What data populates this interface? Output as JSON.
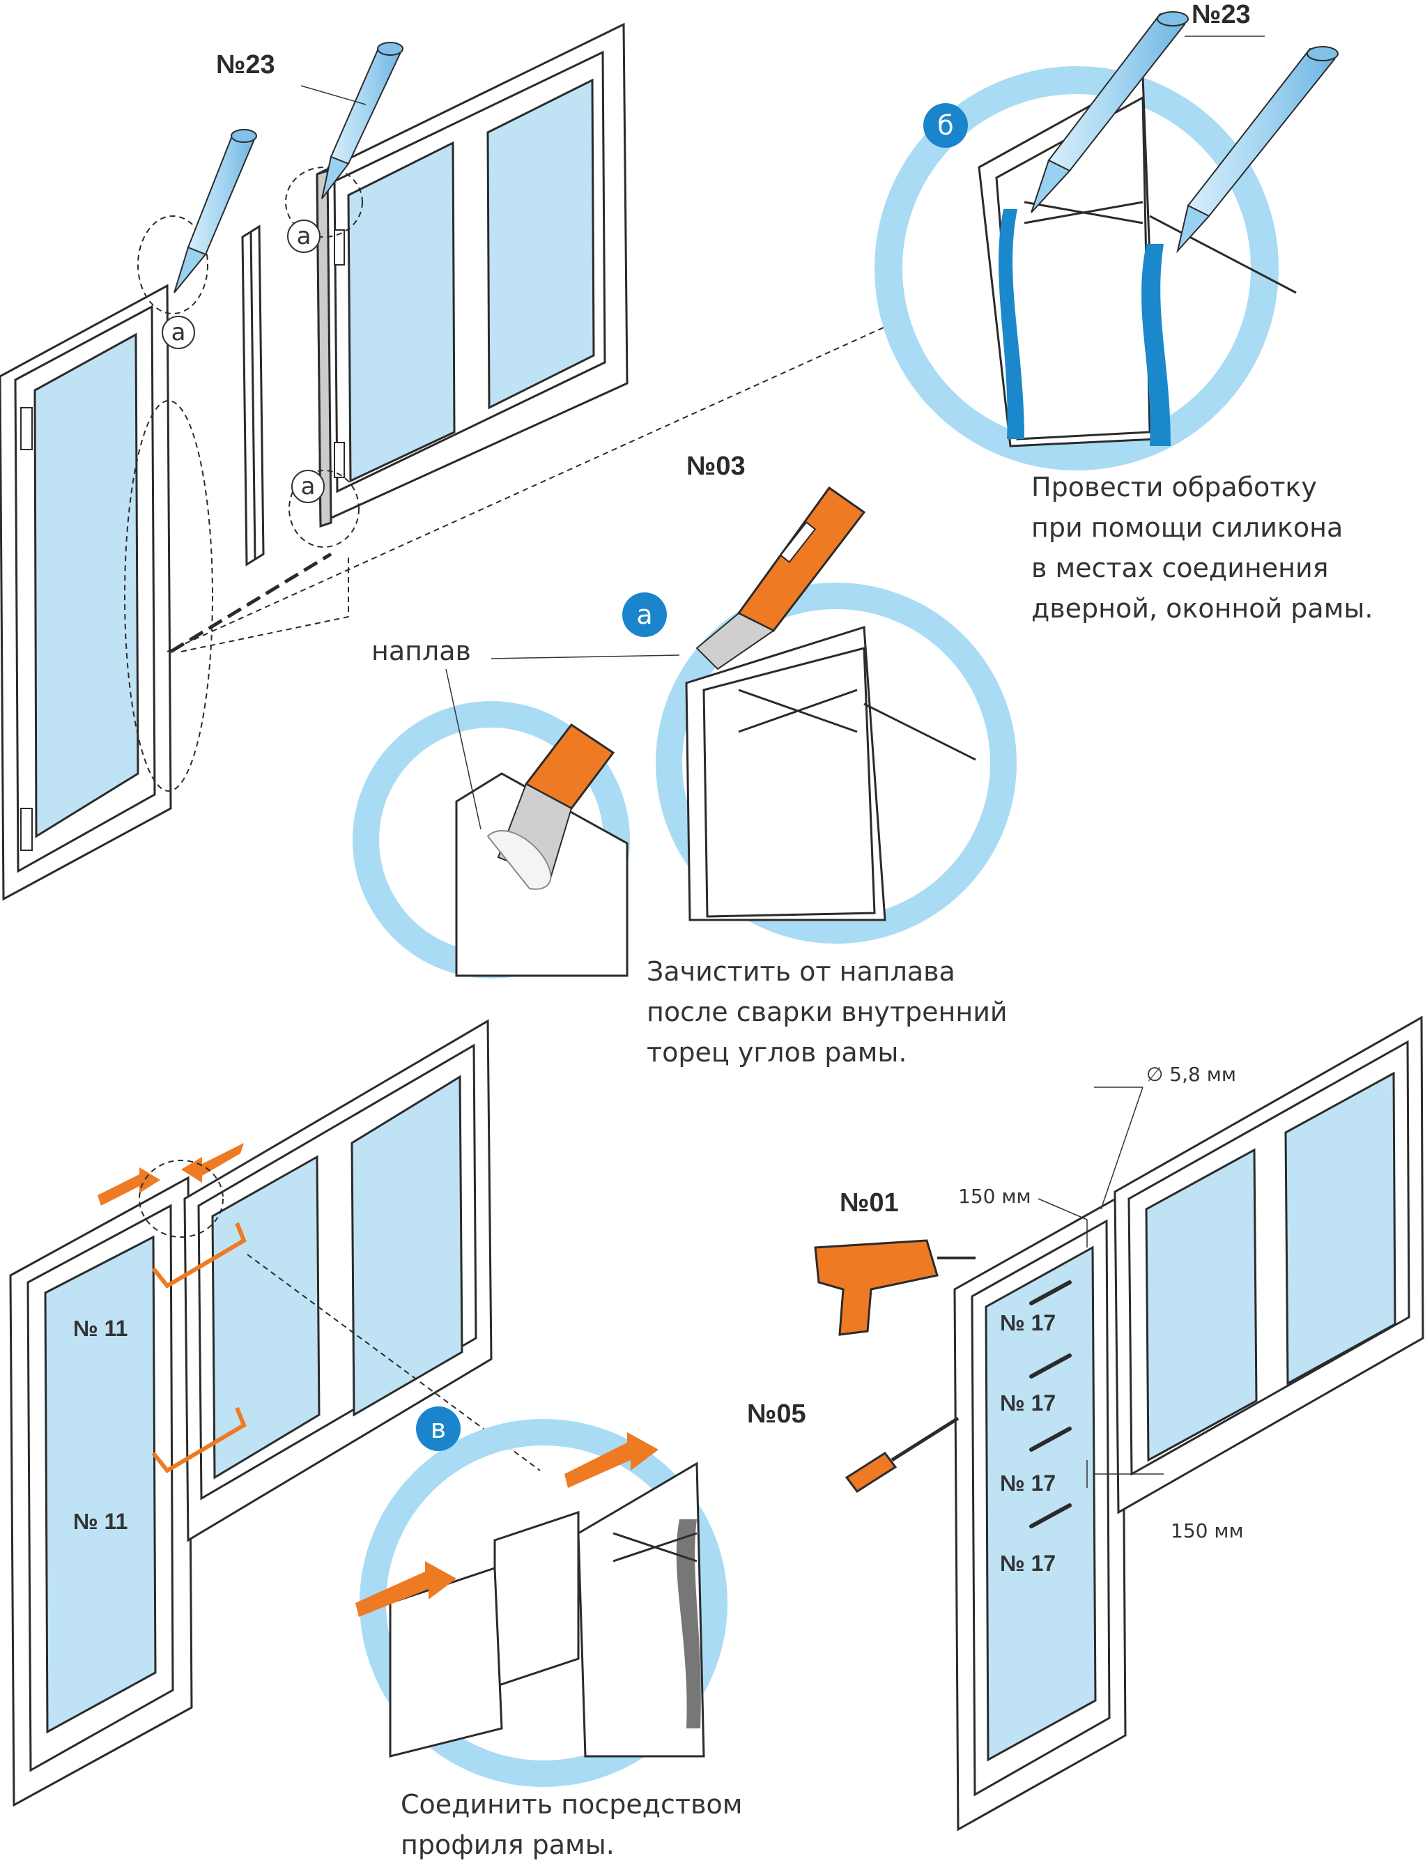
{
  "tools": {
    "silicone_top": "№23",
    "silicone_detail": "№23",
    "knife": "№03",
    "drill": "№01",
    "screwdriver": "№05"
  },
  "markers": {
    "a": "а",
    "b": "б",
    "v": "в"
  },
  "labels": {
    "naplav": "наплав",
    "bracket": "№ 11",
    "screw": "№ 17",
    "diameter": "∅ 5,8 мм",
    "spacing_top": "150 мм",
    "spacing_bottom": "150 мм"
  },
  "captions": {
    "silicone": [
      "Провести обработку",
      "при помощи силикона",
      "в местах соединения",
      "дверной, оконной рамы."
    ],
    "clean": [
      "Зачистить от наплава",
      "после сварки внутренний",
      "торец углов рамы."
    ],
    "join": [
      "Соединить посредством",
      "профиля рамы."
    ]
  },
  "colors": {
    "glass": "#bfe2f5",
    "halo": "#a9dbf5",
    "accent_blue": "#1a84cc",
    "orange": "#ee7a23",
    "line": "#2b2b2b"
  }
}
